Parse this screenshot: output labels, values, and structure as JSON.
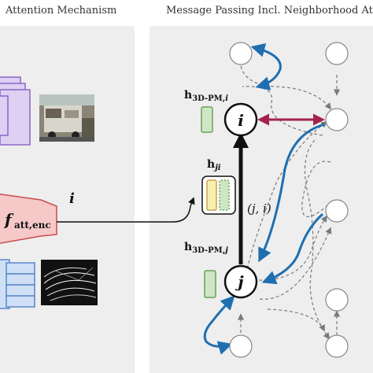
{
  "headings": {
    "left": "Attention Mechanism",
    "right": "Message Passing Incl. Neighborhood Att"
  },
  "labels": {
    "h3d_main": "h",
    "h3d_sub_i": "3D-PM,",
    "h3d_idx_i": "i",
    "h3d_sub_j": "3D-PM,",
    "h3d_idx_j": "j",
    "hji_main": "h",
    "hji_sub": "ji",
    "node_i": "i",
    "node_j": "j",
    "edge_label": "(j, i)",
    "input_index": "i",
    "f_main": "f",
    "f_sub": "att,enc"
  },
  "colors": {
    "blue_arrow": "#1f6fb0",
    "red_arrow": "#a3234a",
    "dashed_arrow": "#7a7a7a",
    "feature_green_fill": "#cfe6c4",
    "feature_green_stroke": "#6aa05a",
    "feature_yellow_fill": "#f6efb2",
    "feature_yellow_stroke": "#c9a64a",
    "encoder_pink_fill": "#f6c8c8",
    "encoder_pink_stroke": "#c94b4b",
    "cnn_purple_fill": "#ddd0f2",
    "cnn_purple_stroke": "#8a66c8",
    "cnn_blue_fill": "#cfe0f6",
    "cnn_blue_stroke": "#5a87c8"
  }
}
